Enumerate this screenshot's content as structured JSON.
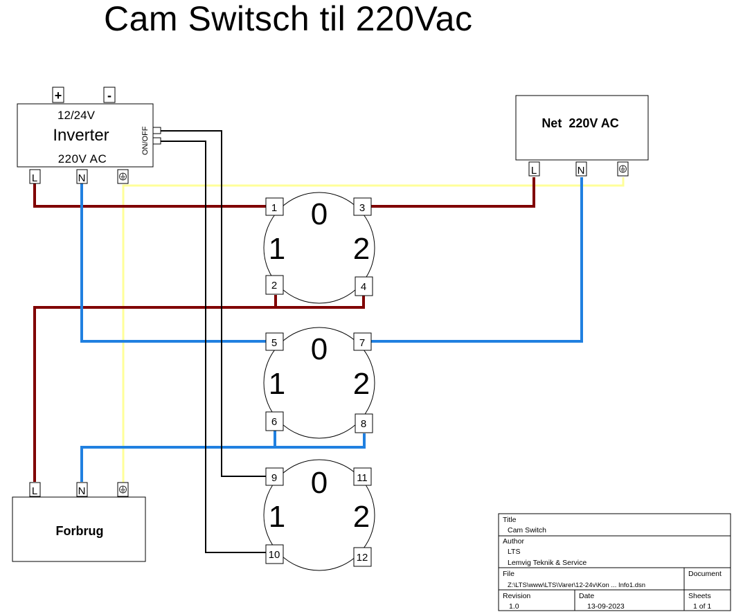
{
  "title": "Cam Switsch til 220Vac",
  "inverter": {
    "plus": "+",
    "minus": "-",
    "line1": "12/24V",
    "line2": "Inverter",
    "line3": "220V AC",
    "switch_label": "ON/OFF",
    "term_l": "L",
    "term_n": "N"
  },
  "net": {
    "label": "Net  220V AC",
    "term_l": "L",
    "term_n": "N"
  },
  "load": {
    "label": "Forbrug",
    "term_l": "L",
    "term_n": "N"
  },
  "switches": [
    {
      "positions": [
        "0",
        "1",
        "2"
      ],
      "terminals": [
        "1",
        "3",
        "2",
        "4"
      ]
    },
    {
      "positions": [
        "0",
        "1",
        "2"
      ],
      "terminals": [
        "5",
        "7",
        "6",
        "8"
      ]
    },
    {
      "positions": [
        "0",
        "1",
        "2"
      ],
      "terminals": [
        "9",
        "11",
        "10",
        "12"
      ]
    }
  ],
  "title_block": {
    "title_label": "Title",
    "title_value": "Cam Switch",
    "author_label": "Author",
    "author_value1": "LTS",
    "author_value2": "Lemvig Teknik & Service",
    "file_label": "File",
    "file_value": "Z:\\LTS\\www\\LTS\\Varer\\12-24v\\Kon ... Info1.dsn",
    "document_label": "Document",
    "revision_label": "Revision",
    "revision_value": "1.0",
    "date_label": "Date",
    "date_value": "13-09-2023",
    "sheets_label": "Sheets",
    "sheets_value": "1 of 1"
  },
  "colors": {
    "live": "#800000",
    "neutral": "#2080e0",
    "earth": "#ffff99",
    "control": "#000000"
  }
}
